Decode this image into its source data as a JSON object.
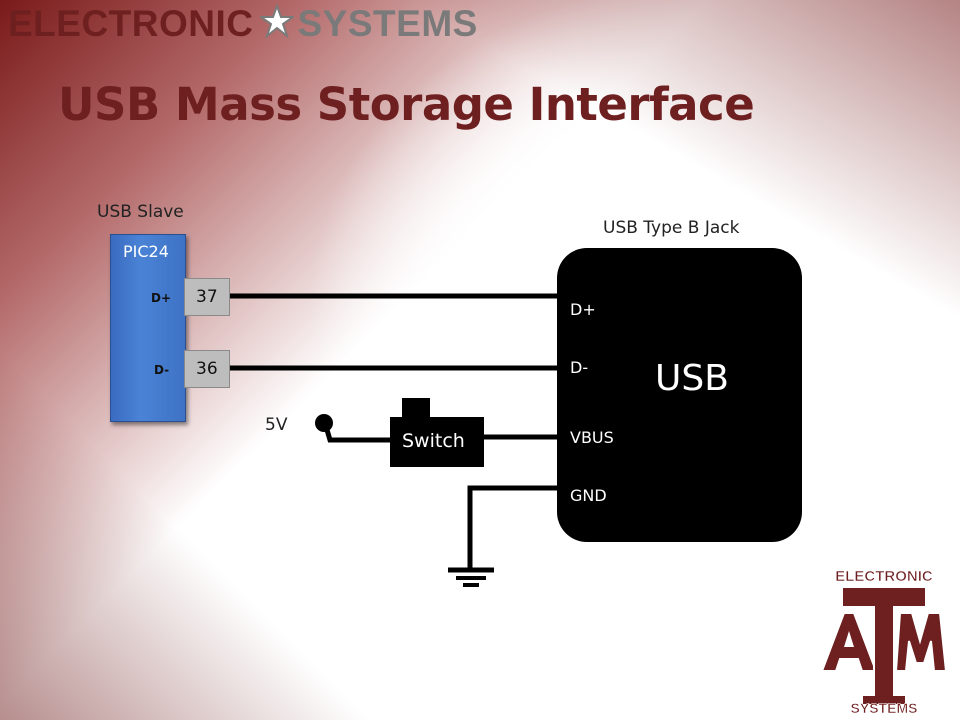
{
  "header": {
    "brand_left": "ELECTRONIC",
    "brand_right": "SYSTEMS",
    "brand_star_icon": "star-icon",
    "title": "USB Mass Storage Interface"
  },
  "colors": {
    "brand_maroon": "#6e1f1f",
    "brand_gray": "#7a7a7a",
    "chip_blue": "#4a83d6",
    "pin_gray": "#bdbdbd",
    "connector_black": "#000000"
  },
  "diagram": {
    "slave_label": "USB Slave",
    "chip": {
      "name": "PIC24",
      "pins": [
        {
          "signal": "D+",
          "number": "37"
        },
        {
          "signal": "D-",
          "number": "36"
        }
      ]
    },
    "jack_label": "USB Type B Jack",
    "connector": {
      "name": "USB",
      "pins": [
        "D+",
        "D-",
        "VBUS",
        "GND"
      ]
    },
    "supply_label": "5V",
    "switch_label": "Switch",
    "ground_icon": "ground-icon",
    "supply_icon": "supply-terminal-icon"
  },
  "logo": {
    "top": "ELECTRONIC",
    "letters": "ATM",
    "bottom": "SYSTEMS"
  }
}
